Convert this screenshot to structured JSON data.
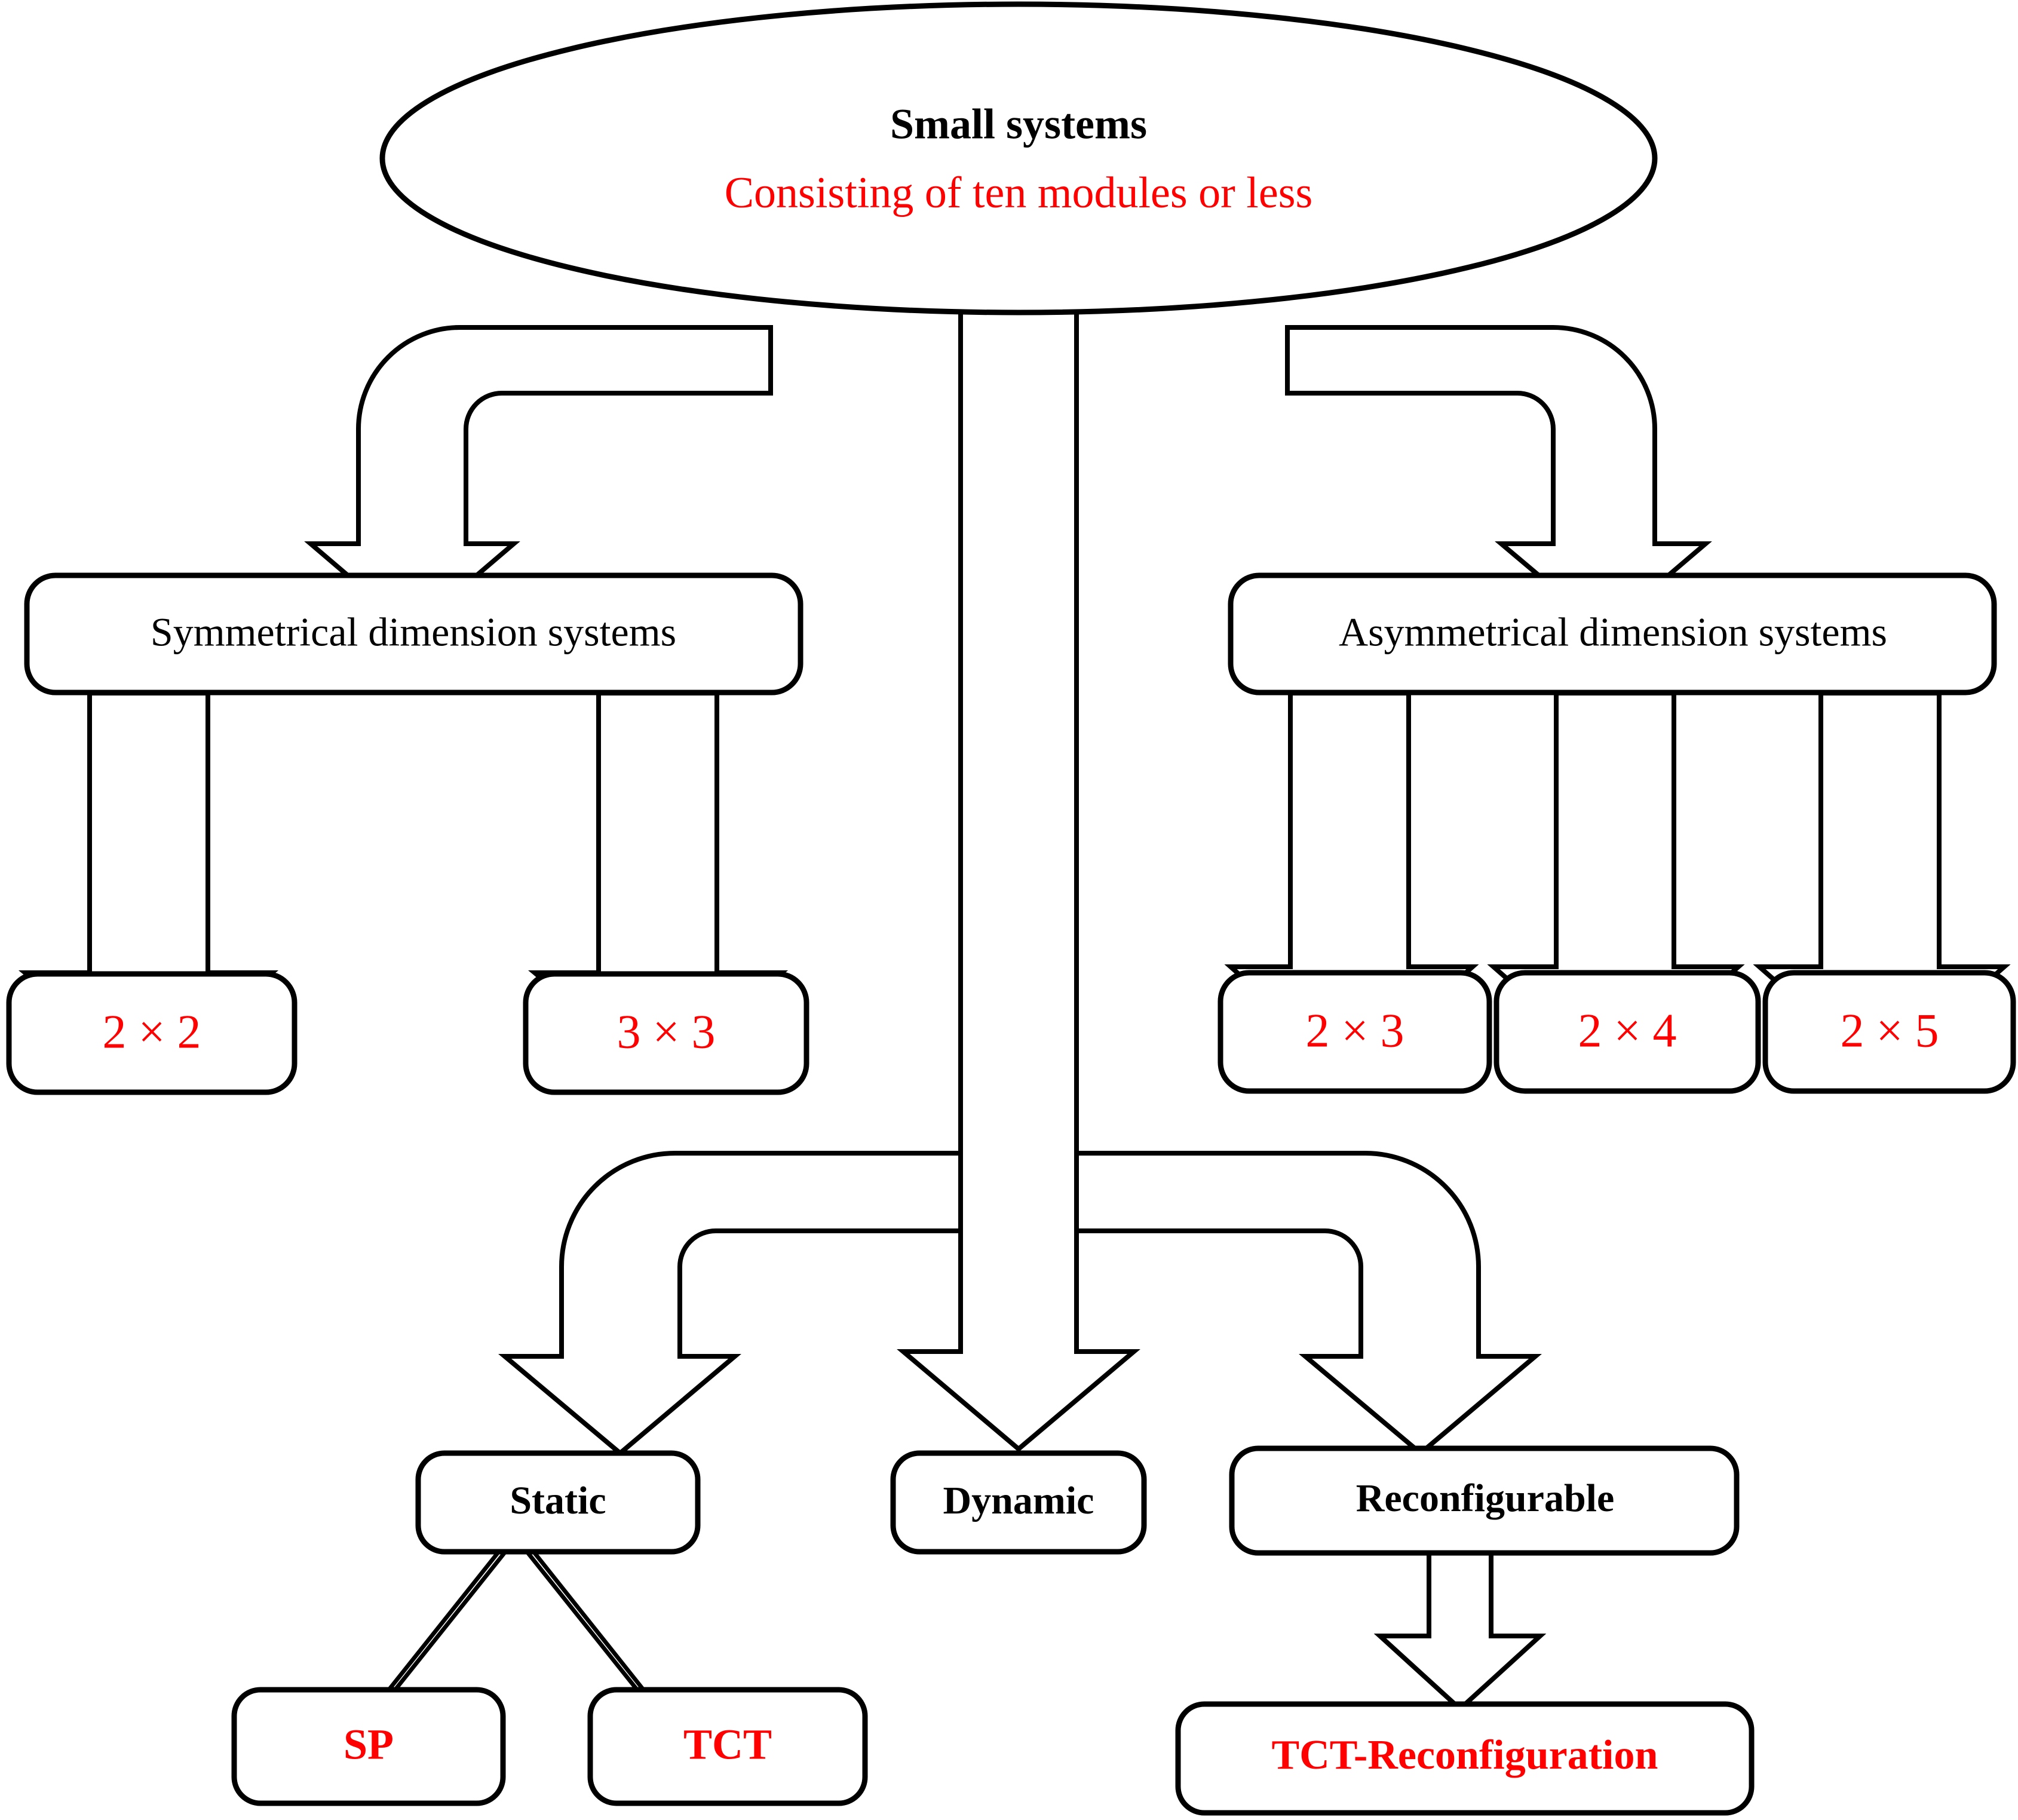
{
  "diagram": {
    "root": {
      "title": "Small systems",
      "subtitle": "Consisting of ten modules or less"
    },
    "level1": [
      {
        "id": "symmetrical",
        "label": "Symmetrical dimension systems"
      },
      {
        "id": "asymmetrical",
        "label": "Asymmetrical dimension systems"
      }
    ],
    "symmetrical_children": [
      {
        "id": "dim-2x2",
        "label": "2 × 2"
      },
      {
        "id": "dim-3x3",
        "label": "3 × 3"
      }
    ],
    "asymmetrical_children": [
      {
        "id": "dim-2x3",
        "label": "2 × 3"
      },
      {
        "id": "dim-2x4",
        "label": "2 × 4"
      },
      {
        "id": "dim-2x5",
        "label": "2 × 5"
      }
    ],
    "level3": [
      {
        "id": "static",
        "label": "Static"
      },
      {
        "id": "dynamic",
        "label": "Dynamic"
      },
      {
        "id": "reconfigurable",
        "label": "Reconfigurable"
      }
    ],
    "static_children": [
      {
        "id": "sp",
        "label": "SP"
      },
      {
        "id": "tct",
        "label": "TCT"
      }
    ],
    "reconfigurable_children": [
      {
        "id": "tct-reconfiguration",
        "label": "TCT-Reconfiguration"
      }
    ],
    "colors": {
      "accent_red": "#FF0000",
      "line_black": "#000000",
      "background": "#FFFFFF"
    }
  }
}
